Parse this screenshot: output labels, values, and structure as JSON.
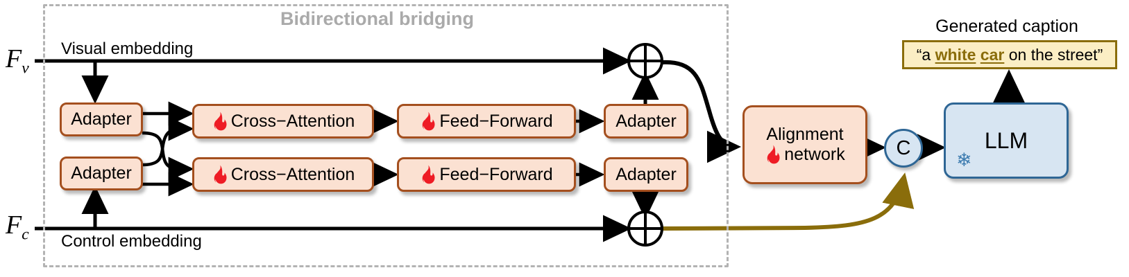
{
  "region": {
    "title": "Bidirectional bridging"
  },
  "streams": {
    "visual": {
      "symbol": "F",
      "subscript": "v",
      "label": "Visual embedding"
    },
    "control": {
      "symbol": "F",
      "subscript": "c",
      "label": "Control embedding"
    }
  },
  "blocks": {
    "adapter_tl": "Adapter",
    "adapter_bl": "Adapter",
    "cross_attention_top": "Cross−Attention",
    "cross_attention_bottom": "Cross−Attention",
    "feed_forward_top": "Feed−Forward",
    "feed_forward_bottom": "Feed−Forward",
    "adapter_tr": "Adapter",
    "adapter_br": "Adapter",
    "alignment_line1": "Alignment",
    "alignment_line2": "network",
    "concat": "C",
    "llm": "LLM"
  },
  "caption": {
    "title": "Generated caption",
    "open_quote": "“",
    "prefix": "a ",
    "highlight_1": "white",
    "middle": " ",
    "highlight_2": "car",
    "suffix": " on the street",
    "close_quote": "”",
    "full_text": "“a white car on the street”"
  },
  "operators": {
    "add_top": "⊕",
    "add_bottom": "⊕"
  },
  "icons": {
    "flame": "fire-flame-icon",
    "snowflake": "❄",
    "frozen": "snowflake-frozen-icon"
  },
  "colors": {
    "peach_fill": "#fbe1d2",
    "peach_border": "#a44f1e",
    "blue_fill": "#d7e5f2",
    "blue_border": "#2e6695",
    "caption_fill": "#fbeec4",
    "caption_border": "#8a6d0b",
    "gold_edge": "#8a6d0b",
    "dashed_border": "#b3b3b3",
    "region_title": "#aaaaaa",
    "flame_red": "#ee1c25",
    "snowflake_blue": "#3d7cb0"
  }
}
